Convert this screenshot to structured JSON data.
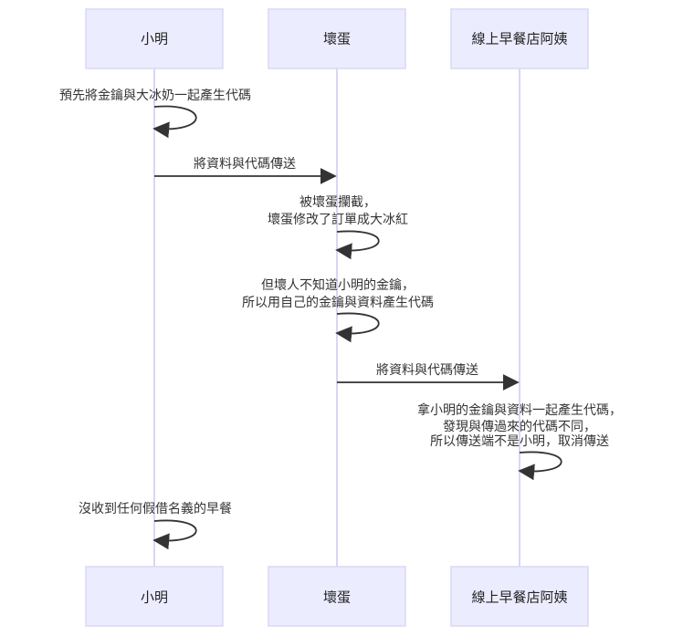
{
  "participants": {
    "xiaoming": "小明",
    "huaidan": "壞蛋",
    "ayi": "線上早餐店阿姨"
  },
  "messages": {
    "m1": "預先將金鑰與大冰奶一起產生代碼",
    "m2": "將資料與代碼傳送",
    "m3_line1": "被壞蛋攔截，",
    "m3_line2": "壞蛋修改了訂單成大冰紅",
    "m4_line1": "但壞人不知道小明的金鑰，",
    "m4_line2": "所以用自己的金鑰與資料產生代碼",
    "m5": "將資料與代碼傳送",
    "m6_line1": "拿小明的金鑰與資料一起產生代碼，",
    "m6_line2": "發現與傳過來的代碼不同，",
    "m6_line3": "所以傳送端不是小明，取消傳送",
    "m7": "沒收到任何假借名義的早餐"
  },
  "colors": {
    "actor_fill": "#ececff",
    "actor_border": "#d8d8f6",
    "lifeline": "#d7d7f5",
    "arrow": "#333333"
  }
}
